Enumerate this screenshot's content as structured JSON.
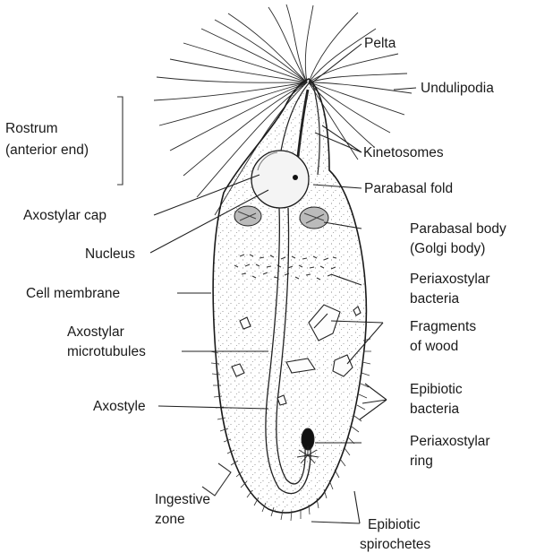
{
  "diagram": {
    "labels": {
      "pelta": "Pelta",
      "undulipodia": "Undulipodia",
      "rostrum_1": "Rostrum",
      "rostrum_2": "(anterior end)",
      "kinetosomes": "Kinetosomes",
      "parabasal_fold": "Parabasal fold",
      "axostylar_cap": "Axostylar cap",
      "parabasal_body_1": "Parabasal body",
      "parabasal_body_2": "(Golgi body)",
      "nucleus": "Nucleus",
      "periaxostylar_bacteria_1": "Periaxostylar",
      "periaxostylar_bacteria_2": "bacteria",
      "cell_membrane": "Cell membrane",
      "fragments_of_wood_1": "Fragments",
      "fragments_of_wood_2": "of wood",
      "axostylar_microtubules_1": "Axostylar",
      "axostylar_microtubules_2": "microtubules",
      "epibiotic_bacteria_1": "Epibiotic",
      "epibiotic_bacteria_2": "bacteria",
      "axostyle": "Axostyle",
      "periaxostylar_ring_1": "Periaxostylar",
      "periaxostylar_ring_2": "ring",
      "ingestive_zone_1": "Ingestive",
      "ingestive_zone_2": "zone",
      "epibiotic_spirochetes_1": "Epibiotic",
      "epibiotic_spirochetes_2": "spirochetes"
    }
  }
}
